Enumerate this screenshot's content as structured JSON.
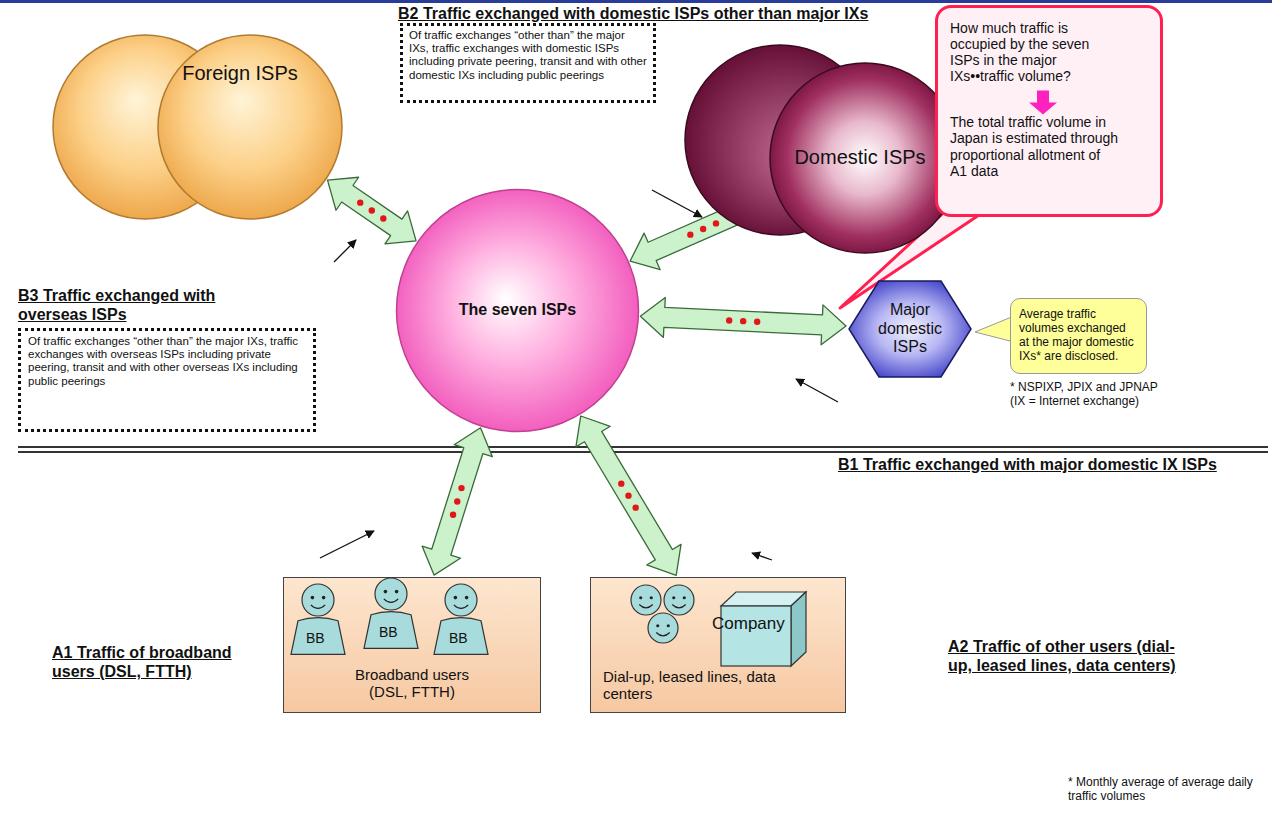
{
  "diagram": {
    "nodes": [
      {
        "text": [
          "Foreign ISPs"
        ]
      },
      {
        "text": [
          "Of traffic exchanges “other than” the major IXs, traffic exchanges with domestic ISPs including private peering, transit and with other domestic IXs including public peerings"
        ]
      },
      {
        "text": [
          "Domestic ISPs"
        ]
      },
      {
        "text": [
          "How much traffic is occupied by the seven ISPs in the major IXs••traffic volume?",
          "The total traffic volume in Japan is estimated through proportional allotment of A1 data"
        ]
      },
      {
        "text": [
          "Of traffic exchanges “other than” the major IXs, traffic exchanges with overseas ISPs including private peering, transit and with other overseas IXs including public peerings"
        ]
      },
      {
        "text": [
          "The seven ISPs"
        ]
      },
      {
        "text": [
          "Major domestic ISPs"
        ]
      },
      {
        "text": [
          "Average traffic volumes exchanged at the major domestic IXs* are disclosed."
        ]
      },
      {
        "text": [
          "Broadband users (DSL, FTTH)"
        ]
      },
      {
        "text": [
          "Dial-up, leased lines, data centers"
        ]
      }
    ],
    "edges": [
      {
        "from": 5,
        "to": 0,
        "arrow": "both"
      },
      {
        "from": 5,
        "to": 2,
        "arrow": "both"
      },
      {
        "from": 5,
        "to": 6,
        "arrow": "both"
      },
      {
        "from": 5,
        "to": 8,
        "arrow": "both"
      },
      {
        "from": 5,
        "to": 9,
        "arrow": "both"
      }
    ],
    "labels": [
      "B2 Traffic exchanged with domestic ISPs other than major IXs",
      "B3 Traffic exchanged with overseas ISPs",
      "B1 Traffic exchanged with major domestic IX ISPs",
      "A1 Traffic of broadband users (DSL, FTTH)",
      "A2 Traffic of other users (dial-up, leased lines, data centers)",
      "* NSPIXP, JPIX and JPNAP (IX = Internet exchange)",
      "BB",
      "BB",
      "BB",
      "Company",
      "* Monthly average of average daily traffic volumes"
    ]
  }
}
